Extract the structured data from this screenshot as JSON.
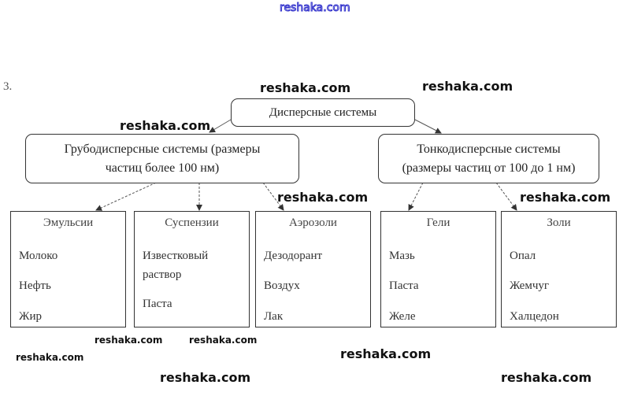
{
  "header_watermark": "reshaka.com",
  "task_number": "3.",
  "root": {
    "label": "Дисперсные системы"
  },
  "coarse": {
    "label_line1": "Грубодисперсные системы (размеры",
    "label_line2": "частиц более 100 нм)"
  },
  "fine": {
    "label_line1": "Тонкодисперсные системы",
    "label_line2": "(размеры частиц от 100 до 1 нм)"
  },
  "categories": [
    {
      "title": "Эмульсии",
      "items": [
        "Молоко",
        "Нефть",
        "Жир"
      ]
    },
    {
      "title": "Суспензии",
      "items": [
        "Известковый",
        "раствор",
        "Паста"
      ]
    },
    {
      "title": "Аэрозоли",
      "items": [
        "Дезодорант",
        "Воздух",
        "Лак"
      ]
    },
    {
      "title": "Гели",
      "items": [
        "Мазь",
        "Паста",
        "Желе"
      ]
    },
    {
      "title": "Золи",
      "items": [
        "Опал",
        "Жемчуг",
        "Халцедон"
      ]
    }
  ],
  "watermark": "reshaka.com"
}
